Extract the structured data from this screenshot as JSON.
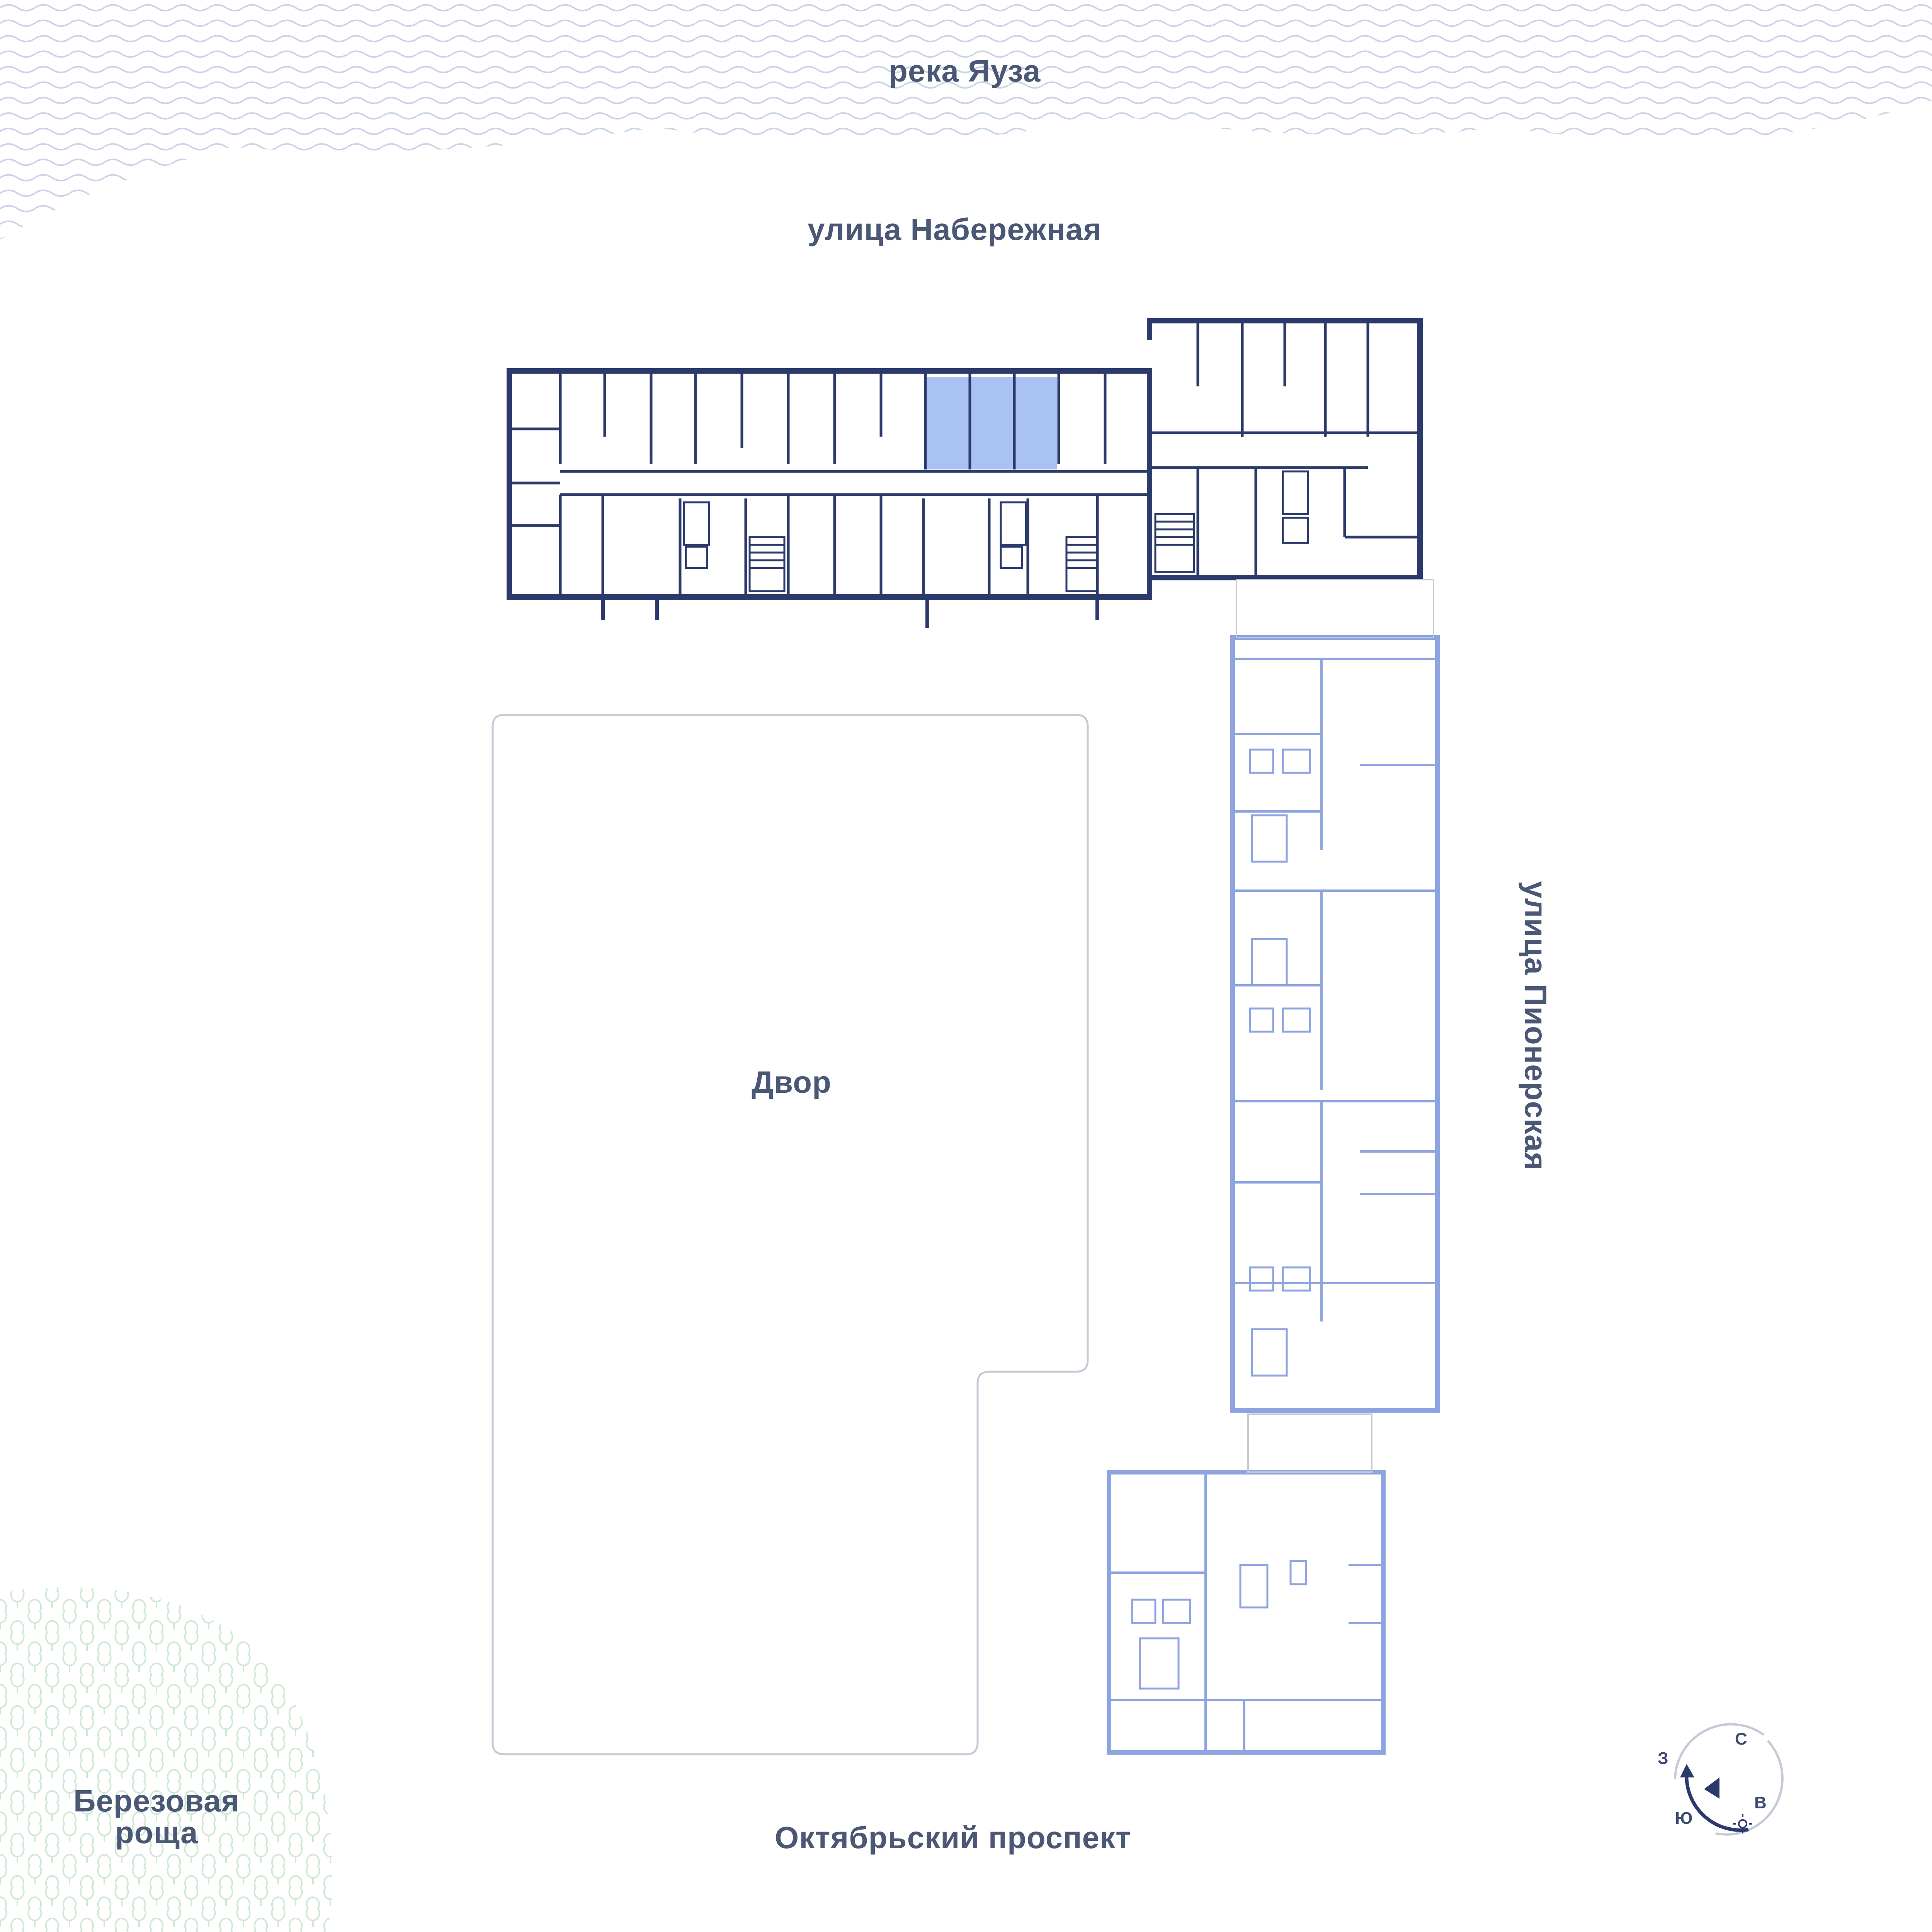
{
  "labels": {
    "river": "река Яуза",
    "street_north": "улица Набережная",
    "courtyard": "Двор",
    "street_south": "Октябрьский проспект",
    "street_east": "улица Пионерская",
    "grove_line1": "Березовая",
    "grove_line2": "роща"
  },
  "compass": {
    "north": "С",
    "east": "В",
    "south": "Ю",
    "west": "З"
  },
  "colors": {
    "label_text": "#4a5876",
    "building_active": "#2b3a6b",
    "building_inactive": "#8da4e0",
    "selected_apartment": "#a9c2f3",
    "courtyard_outline": "#c5cad6",
    "water_pattern": "#c8d3e6",
    "grove_pattern": "#cfe9d2"
  }
}
